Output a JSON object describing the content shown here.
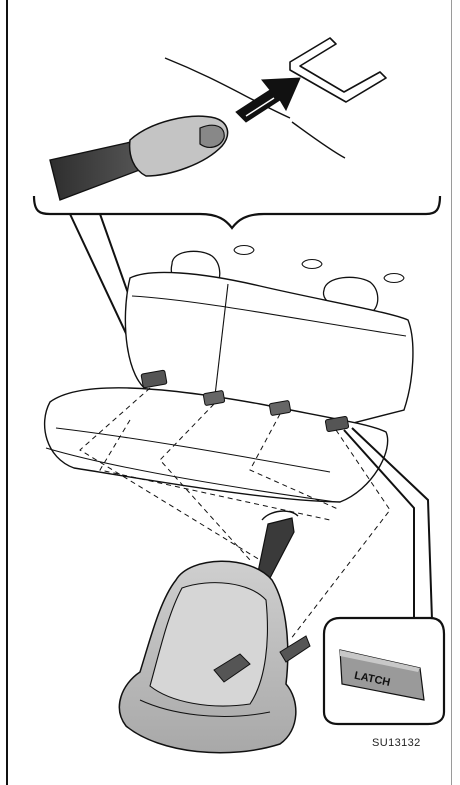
{
  "figure": {
    "tag_label": "LATCH",
    "figure_code": "SU13132"
  },
  "colors": {
    "line": "#111111",
    "gray_fill": "#b8b8b8",
    "dark_fill": "#4a4a4a",
    "background": "#ffffff"
  },
  "icons": [
    "curved-arrow-icon",
    "latch-anchor",
    "child-seat",
    "rear-seat"
  ]
}
